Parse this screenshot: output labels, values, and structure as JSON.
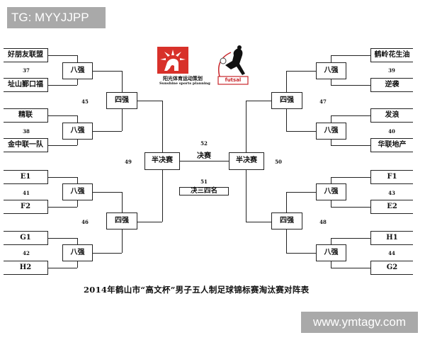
{
  "watermarks": {
    "top": "TG: MYYJJPP",
    "bottom": "www.ymtagv.com"
  },
  "logos": {
    "sunshine": {
      "name_cn": "阳光体育运动策划",
      "name_en": "Sunshine sports planning",
      "color": "#d8312a"
    },
    "futsal": {
      "label": "futsal",
      "color": "#c8252a"
    }
  },
  "title": "2014年鹤山市“高文杯”男子五人制足球锦标赛淘汰赛对阵表",
  "left": {
    "teams": [
      "好朋友联盟",
      "址山鄞口福",
      "精联",
      "金中联一队",
      "E1",
      "F2",
      "G1",
      "H2"
    ],
    "match_numbers_r16": [
      "37",
      "38",
      "41",
      "42"
    ],
    "round_of_16_label": "八强",
    "quarter_label": "四强",
    "match_numbers_qf": [
      "45",
      "46"
    ],
    "semi_label": "半决赛",
    "semi_match_number": "49"
  },
  "right": {
    "teams": [
      "鹤岭花生油",
      "逆袭",
      "发浪",
      "华联地产",
      "F1",
      "E2",
      "H1",
      "G2"
    ],
    "match_numbers_r16": [
      "39",
      "40",
      "43",
      "44"
    ],
    "round_of_16_label": "八强",
    "quarter_label": "四强",
    "match_numbers_qf": [
      "47",
      "48"
    ],
    "semi_label": "半决赛",
    "semi_match_number": "50"
  },
  "final": {
    "match_number": "52",
    "label": "决赛"
  },
  "third_place": {
    "match_number": "51",
    "label": "决三四名"
  }
}
